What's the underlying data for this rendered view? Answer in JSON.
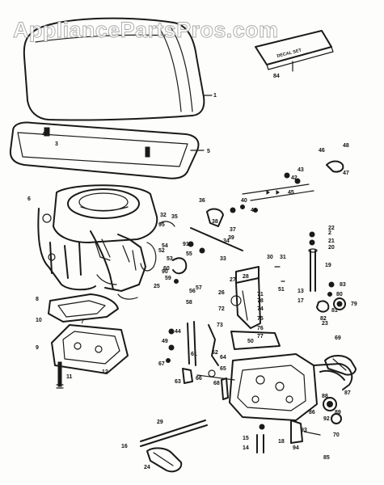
{
  "watermark": "AppliancePartsPros.com",
  "decal_label": "DECAL SET",
  "colors": {
    "ink": "#1a1a1a",
    "paper": "#fdfdfb",
    "watermark_outline": "#9a9a9a"
  },
  "callouts": {
    "c1": "1",
    "c2": "2",
    "c3": "3",
    "c4": "4",
    "c5": "5",
    "c6": "6",
    "c7": "7",
    "c8": "8",
    "c9": "9",
    "c10": "10",
    "c11": "11",
    "c12": "12",
    "c13": "13",
    "c14": "14",
    "c15": "15",
    "c16": "16",
    "c17": "17",
    "c18": "18",
    "c19": "19",
    "c20": "20",
    "c21": "21",
    "c22": "22",
    "c23": "23",
    "c24": "24",
    "c25": "25",
    "c26": "26",
    "c27": "27",
    "c28": "28",
    "c29": "29",
    "c30": "30",
    "c31": "31",
    "c32": "32",
    "c33": "33",
    "c34": "34",
    "c35": "35",
    "c36": "36",
    "c37": "37",
    "c38": "38",
    "c39": "39",
    "c40": "40",
    "c41": "41",
    "c42": "42",
    "c43": "43",
    "c44": "44",
    "c45": "45",
    "c46": "46",
    "c47": "47",
    "c48": "48",
    "c49": "49",
    "c50": "50",
    "c51": "51",
    "c52": "52",
    "c53": "53",
    "c54": "54",
    "c55": "55",
    "c56": "56",
    "c57": "57",
    "c58": "58",
    "c59": "59",
    "c60": "60",
    "c61": "61",
    "c62": "62",
    "c63": "63",
    "c64": "64",
    "c65": "65",
    "c66": "66",
    "c67": "67",
    "c68": "68",
    "c69": "69",
    "c70": "70",
    "c71": "71",
    "c72": "72",
    "c73": "73",
    "c74": "74",
    "c75": "75",
    "c76": "76",
    "c77": "77",
    "c78": "78",
    "c79": "79",
    "c80": "80",
    "c81": "81",
    "c82": "82",
    "c83": "83",
    "c84": "84",
    "c85": "85",
    "c86": "86",
    "c87": "87",
    "c88": "88",
    "c89": "89",
    "c90": "90",
    "c91": "91",
    "c92": "92",
    "c93": "93",
    "c94": "94",
    "c95": "95"
  }
}
